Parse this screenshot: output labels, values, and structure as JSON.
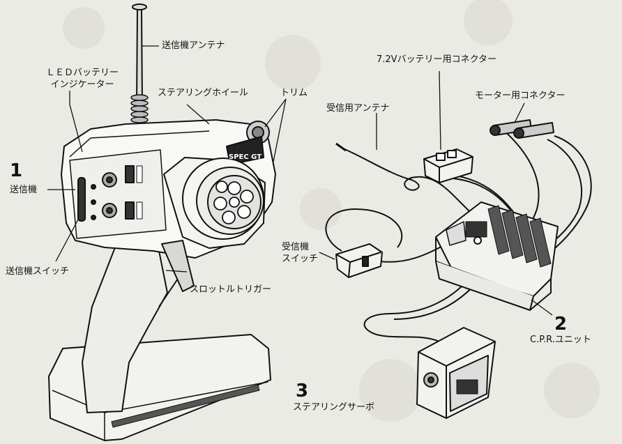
{
  "components": [
    {
      "number": "1",
      "name": "送信機"
    },
    {
      "number": "2",
      "name": "C.P.R.ユニット"
    },
    {
      "number": "3",
      "name": "ステアリングサーボ"
    }
  ],
  "labels": {
    "antenna": "送信機アンテナ",
    "led": "ＬＥＤバッテリー\nインジケーター",
    "wheel": "ステアリングホイール",
    "trim": "トリム",
    "tx_switch": "送信機スイッチ",
    "throttle": "スロットルトリガー",
    "rx_antenna": "受信用アンテナ",
    "rx_switch": "受信機\nスイッチ",
    "battery_connector": "7.2Vバッテリー用コネクター",
    "motor_connector": "モーター用コネクター"
  },
  "model_text": "SPEC GT"
}
